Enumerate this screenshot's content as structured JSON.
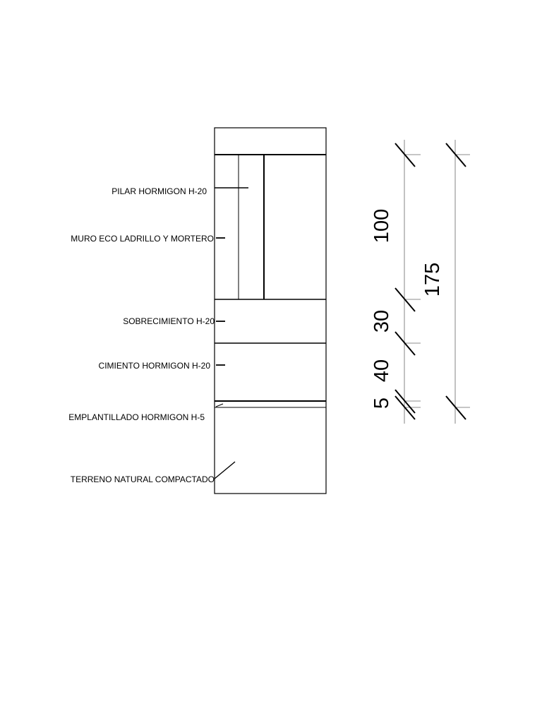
{
  "labels": {
    "pilar": "PILAR HORMIGON H-20",
    "muro": "MURO ECO LADRILLO Y MORTERO",
    "sobrecimiento": "SOBRECIMIENTO H-20",
    "cimiento": "CIMIENTO HORMIGON H-20",
    "emplantillado": "EMPLANTILLADO HORMIGON H-5",
    "terreno": "TERRENO NATURAL COMPACTADO"
  },
  "dimensions": {
    "muro_height": "100",
    "sobrecimiento_height": "30",
    "cimiento_height": "40",
    "emplantillado_height": "5",
    "total_height": "175"
  }
}
